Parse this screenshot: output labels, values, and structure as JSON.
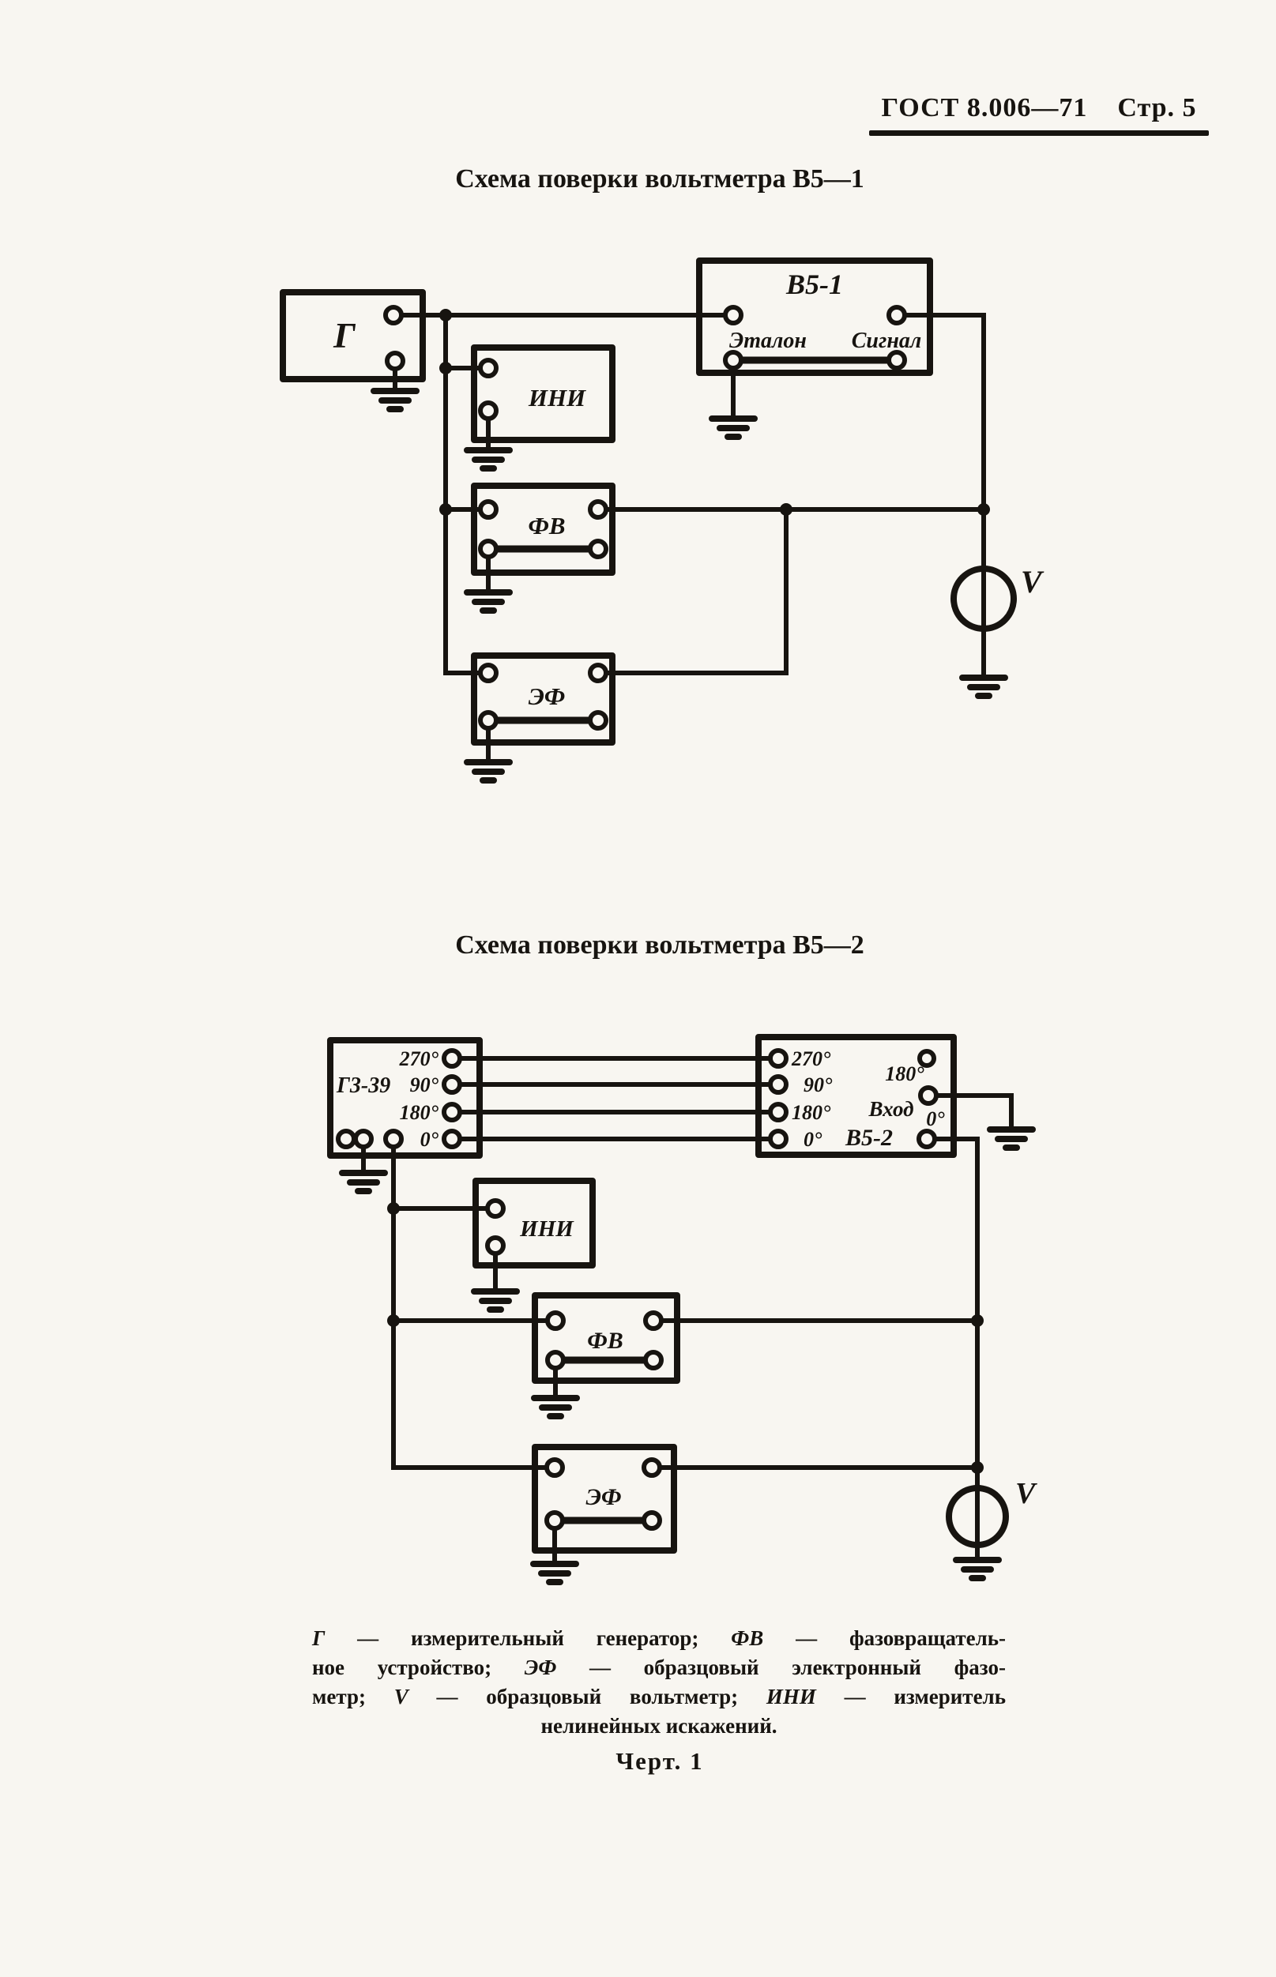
{
  "header": {
    "standard": "ГОСТ 8.006—71",
    "page": "Стр. 5"
  },
  "titles": {
    "diagram1": "Схема поверки вольтметра В5—1",
    "diagram2": "Схема поверки вольтметра В5—2"
  },
  "diagram1": {
    "generator": "Г",
    "device": "В5-1",
    "terminal_etalon": "Эталон",
    "terminal_signal": "Сигнал",
    "ini": "ИНИ",
    "fv": "ФВ",
    "ef": "ЭФ",
    "voltmeter": "V"
  },
  "diagram2": {
    "generator": "Г3-39",
    "device": "В5-2",
    "input_label": "Вход",
    "gen_angles": [
      "270°",
      "90°",
      "180°",
      "0°"
    ],
    "dev_angles": [
      "270°",
      "90°",
      "180°",
      "0°"
    ],
    "right_terminal_180": "180°",
    "right_terminal_0": "0°",
    "ini": "ИНИ",
    "fv": "ФВ",
    "ef": "ЭФ",
    "voltmeter": "V"
  },
  "caption": {
    "line1": {
      "a": "Г",
      "b": " — измерительный генератор; ",
      "c": "ФВ",
      "d": " — фазовращатель-"
    },
    "line2": {
      "a": "ное устройство; ",
      "b": "ЭФ",
      "c": " — образцовый электронный фазо-"
    },
    "line3": {
      "a": "метр; ",
      "b": "V",
      "c": " — образцовый вольтметр; ",
      "d": "ИНИ",
      "e": " — измеритель"
    },
    "line4": {
      "a": "нелинейных искажений."
    }
  },
  "figure": "Черт. 1"
}
